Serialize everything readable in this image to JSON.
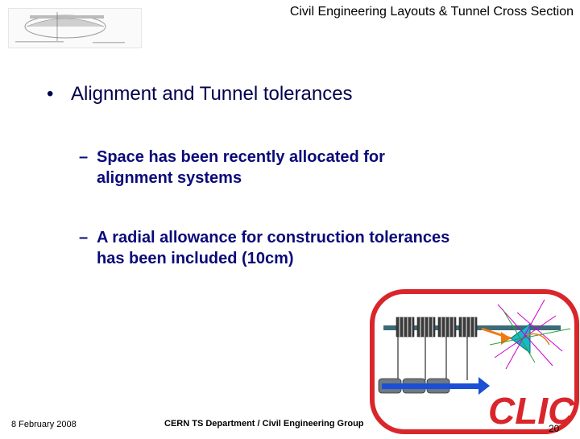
{
  "header": {
    "title": "Civil Engineering Layouts & Tunnel Cross Section"
  },
  "content": {
    "main_bullet": "Alignment and Tunnel tolerances",
    "sub_bullets": [
      {
        "line1": "Space has been recently allocated for",
        "line2": "alignment systems"
      },
      {
        "line1": "A radial allowance for construction tolerances",
        "line2": "has been included (10cm)"
      }
    ]
  },
  "footer": {
    "date": "8 February 2008",
    "group": "CERN TS Department / Civil Engineering Group",
    "page": "20"
  },
  "logo": {
    "text": "CLIC",
    "colors": {
      "frame": "#d9262b",
      "beam": "#1a4fd6",
      "text": "#d9262b"
    }
  }
}
